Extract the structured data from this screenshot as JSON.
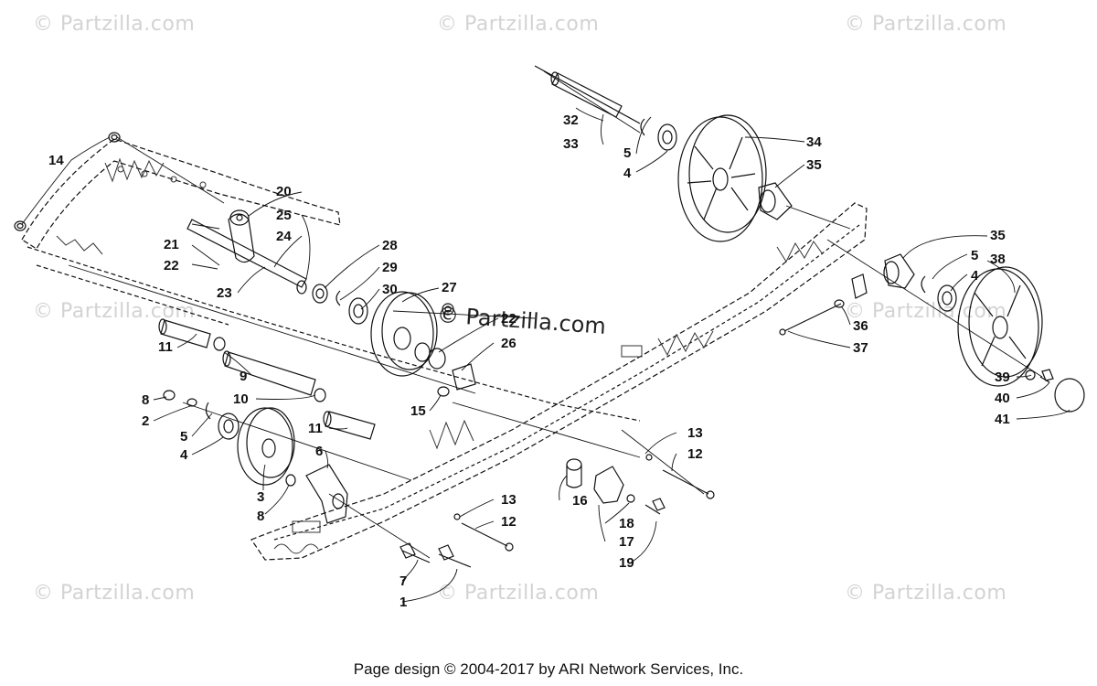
{
  "watermark": {
    "text": "© Partzilla.com"
  },
  "callouts": [
    {
      "id": "c32",
      "label": "32"
    },
    {
      "id": "c33",
      "label": "33"
    },
    {
      "id": "c5a",
      "label": "5"
    },
    {
      "id": "c4a",
      "label": "4"
    },
    {
      "id": "c34",
      "label": "34"
    },
    {
      "id": "c35a",
      "label": "35"
    },
    {
      "id": "c14",
      "label": "14"
    },
    {
      "id": "c20",
      "label": "20"
    },
    {
      "id": "c25",
      "label": "25"
    },
    {
      "id": "c24",
      "label": "24"
    },
    {
      "id": "c21",
      "label": "21"
    },
    {
      "id": "c22a",
      "label": "22"
    },
    {
      "id": "c23",
      "label": "23"
    },
    {
      "id": "c28",
      "label": "28"
    },
    {
      "id": "c29",
      "label": "29"
    },
    {
      "id": "c30",
      "label": "30"
    },
    {
      "id": "c27",
      "label": "27"
    },
    {
      "id": "c22b",
      "label": "22"
    },
    {
      "id": "c26",
      "label": "26"
    },
    {
      "id": "c35b",
      "label": "35"
    },
    {
      "id": "c38",
      "label": "38"
    },
    {
      "id": "c5b",
      "label": "5"
    },
    {
      "id": "c4b",
      "label": "4"
    },
    {
      "id": "c36",
      "label": "36"
    },
    {
      "id": "c37",
      "label": "37"
    },
    {
      "id": "c39",
      "label": "39"
    },
    {
      "id": "c40",
      "label": "40"
    },
    {
      "id": "c41",
      "label": "41"
    },
    {
      "id": "c11a",
      "label": "11"
    },
    {
      "id": "c9",
      "label": "9"
    },
    {
      "id": "c10",
      "label": "10"
    },
    {
      "id": "c8a",
      "label": "8"
    },
    {
      "id": "c2",
      "label": "2"
    },
    {
      "id": "c5c",
      "label": "5"
    },
    {
      "id": "c4c",
      "label": "4"
    },
    {
      "id": "c11b",
      "label": "11"
    },
    {
      "id": "c6",
      "label": "6"
    },
    {
      "id": "c15",
      "label": "15"
    },
    {
      "id": "c3",
      "label": "3"
    },
    {
      "id": "c8b",
      "label": "8"
    },
    {
      "id": "c13a",
      "label": "13"
    },
    {
      "id": "c12a",
      "label": "12"
    },
    {
      "id": "c16",
      "label": "16"
    },
    {
      "id": "c18",
      "label": "18"
    },
    {
      "id": "c17",
      "label": "17"
    },
    {
      "id": "c19",
      "label": "19"
    },
    {
      "id": "c13b",
      "label": "13"
    },
    {
      "id": "c12b",
      "label": "12"
    },
    {
      "id": "c7",
      "label": "7"
    },
    {
      "id": "c1",
      "label": "1"
    }
  ],
  "footer": {
    "text": "Page design © 2004-2017 by ARI Network Services, Inc."
  }
}
